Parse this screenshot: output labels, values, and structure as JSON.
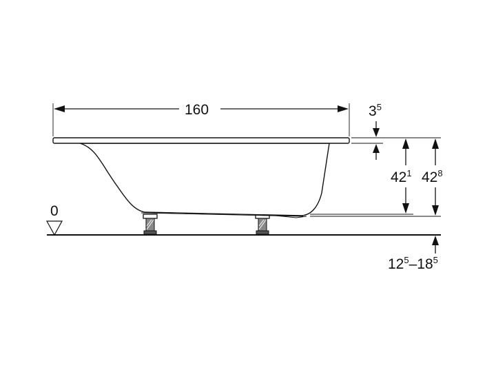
{
  "dimensions": {
    "length": "160",
    "rim_thickness": {
      "base": "3",
      "sup": "5"
    },
    "rim_to_floor_inner": {
      "base": "42",
      "sup": "1"
    },
    "rim_to_floor_outer": {
      "base": "42",
      "sup": "8"
    },
    "floor_zero": "0",
    "feet_range": {
      "base1": "12",
      "sup1": "5",
      "dash": "–",
      "base2": "18",
      "sup2": "5"
    }
  }
}
